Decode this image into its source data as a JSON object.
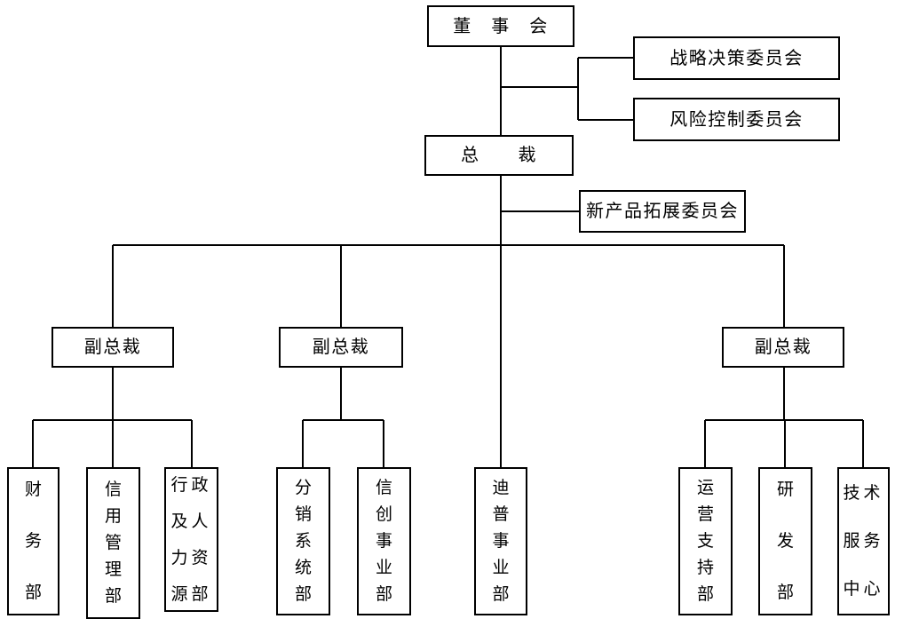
{
  "page": {
    "background_color": "#ffffff",
    "line_color": "#000000"
  },
  "org_chart": {
    "board": {
      "label": "董　事　会"
    },
    "board_committees": [
      {
        "label": "战略决策委员会"
      },
      {
        "label": "风险控制委员会"
      }
    ],
    "president": {
      "label": "总　　裁"
    },
    "president_committee": {
      "label": "新产品拓展委员会"
    },
    "vice_presidents": [
      {
        "label": "副总裁"
      },
      {
        "label": "副总裁"
      },
      {
        "label": "副总裁"
      }
    ],
    "departments": [
      {
        "label": "财务部"
      },
      {
        "label": "信用管理部"
      },
      {
        "label": "行政及人力资源部"
      },
      {
        "label": "分销系统部"
      },
      {
        "label": "信创事业部"
      },
      {
        "label": "迪普事业部"
      },
      {
        "label": "运营支持部"
      },
      {
        "label": "研发部"
      },
      {
        "label": "技术服务中心"
      }
    ]
  }
}
